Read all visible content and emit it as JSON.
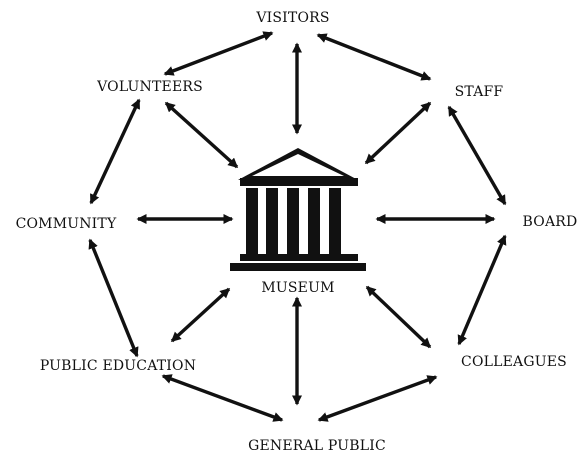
{
  "diagram": {
    "center": {
      "label": "MUSEUM",
      "icon": "museum-building-icon"
    },
    "nodes": {
      "visitors": "VISITORS",
      "staff": "STAFF",
      "board": "BOARD",
      "colleagues": "COLLEAGUES",
      "general_public": "GENERAL PUBLIC",
      "public_education": "PUBLIC EDUCATION",
      "community": "COMMUNITY",
      "volunteers": "VOLUNTEERS"
    },
    "connections": [
      {
        "from": "museum",
        "to": "visitors",
        "type": "bidirectional"
      },
      {
        "from": "museum",
        "to": "staff",
        "type": "bidirectional"
      },
      {
        "from": "museum",
        "to": "board",
        "type": "bidirectional"
      },
      {
        "from": "museum",
        "to": "colleagues",
        "type": "bidirectional"
      },
      {
        "from": "museum",
        "to": "general_public",
        "type": "bidirectional"
      },
      {
        "from": "museum",
        "to": "public_education",
        "type": "bidirectional"
      },
      {
        "from": "museum",
        "to": "community",
        "type": "bidirectional"
      },
      {
        "from": "museum",
        "to": "volunteers",
        "type": "bidirectional"
      },
      {
        "from": "visitors",
        "to": "staff",
        "type": "bidirectional"
      },
      {
        "from": "staff",
        "to": "board",
        "type": "bidirectional"
      },
      {
        "from": "board",
        "to": "colleagues",
        "type": "bidirectional"
      },
      {
        "from": "colleagues",
        "to": "general_public",
        "type": "bidirectional"
      },
      {
        "from": "general_public",
        "to": "public_education",
        "type": "bidirectional"
      },
      {
        "from": "public_education",
        "to": "community",
        "type": "bidirectional"
      },
      {
        "from": "community",
        "to": "volunteers",
        "type": "bidirectional"
      },
      {
        "from": "volunteers",
        "to": "visitors",
        "type": "bidirectional"
      }
    ],
    "colors": {
      "ink": "#111111",
      "background": "#ffffff"
    }
  }
}
